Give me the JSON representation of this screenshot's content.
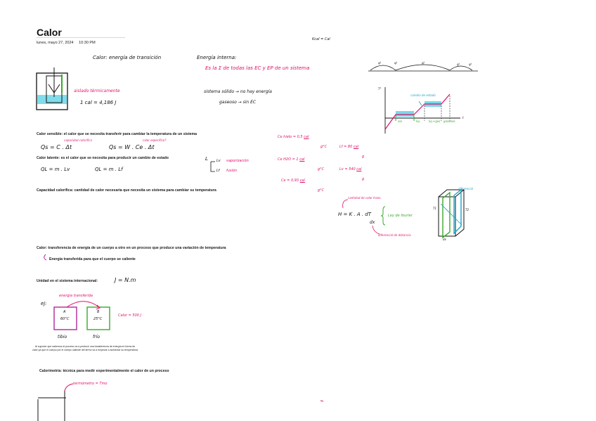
{
  "page": {
    "title": "Calor",
    "date": "lunes, mayo 27, 2024",
    "time": "10:30 PM"
  },
  "header_note": "Kcal = Cal",
  "calor_def": "Calor: energía de transición",
  "energia_interna": "Energía interna:",
  "energia_interna_detail": "Es la Σ de todas las EC y EP de un sistema",
  "aislado": "aislado térmicamente",
  "cal_eq": "1 cal = 4,186 J",
  "solido_note": "sistema sólido → no hay energía",
  "gaseoso_note": "gaseoso → sin EC",
  "graph": {
    "axis_y": "T°",
    "axis_x": "t",
    "cambio_estado": "cambio de estado",
    "segments_top": [
      "ql",
      "ql",
      "ql",
      "ql",
      "ql"
    ],
    "bottom_labels": [
      "sol.",
      "liq.",
      "liq.+gas",
      "gaseoso"
    ]
  },
  "calor_sensible": {
    "text": "Calor sensible: el calor que se necesita transferir para cambiar la temperatura de un sistema",
    "formula1": "Qs = C . Δt",
    "formula2": "Qs = W . Ce . Δt",
    "note1": "capacidad calorífica",
    "note2": "calor específico?"
  },
  "calor_latente": {
    "text": "Calor latente: es el calor que se necesita para producir un cambio de estado",
    "formula1": "QL = m . Lv",
    "formula2": "QL = m . Lf",
    "L": "L",
    "lv": "Lv",
    "lv_label": "vaporización",
    "lf": "Lf",
    "lf_label": "fusión"
  },
  "capacidad": {
    "text": "Capacidad calorífica: cantidad de calor necesaria que necesita un sistema para cambiar su temperatura"
  },
  "specific_heats": [
    {
      "label": "Ce hielo =",
      "value": "0,5",
      "unit": "cal",
      "den": "g°C"
    },
    {
      "label": "Ce H2O =",
      "value": "1",
      "unit": "cal",
      "den": "g°C"
    },
    {
      "label": "Ce =",
      "value": "0,93",
      "unit": "cal",
      "den": "g°C"
    }
  ],
  "latent_values": [
    {
      "label": "Lf =",
      "value": "80",
      "unit": "cal",
      "den": "g"
    },
    {
      "label": "Lv =",
      "value": "540",
      "unit": "cal",
      "den": "g"
    }
  ],
  "fourier": {
    "formula": "H = K . A . dT",
    "den": "dx",
    "label": "Ley de fourier",
    "note_top": "cantidad de calor trans.",
    "note_bottom": "diferencial de distancia",
    "cube_note": "diferencial",
    "cube_t1": "T1",
    "cube_t2": "T2",
    "cube_dx": "dx"
  },
  "calor_transfer": {
    "text": "Calor: transferencia de energía de un cuerpo a otro en un proceso que produce una variación de temperatura",
    "subtext": "Energía transferida para que el cuerpo se caliente"
  },
  "unidad": {
    "text": "Unidad en el sistema internacional:",
    "formula": "J = N.m"
  },
  "example": {
    "ej": "ej:",
    "arrow_label": "energía transferida",
    "box_a_label": "A",
    "box_a_temp": "60°C",
    "box_b_label": "B",
    "box_b_temp": "25°C",
    "calor": "Calor = 500 J",
    "tibio": "tibio",
    "frio": "frío",
    "note": "Al suponer que sabemos el proceso va a producir una transferencia de energía en forma de calor ya que el cuerpo por el cuerpo caliente del termo va a empezar a aumentar su temperatura"
  },
  "calorimetria": {
    "text": "Calorimetría: técnica para medir experimentalmente el calor de un proceso",
    "termometro": "termómetro = Tmo"
  },
  "colors": {
    "pink": "#e0106a",
    "green": "#3aa82d",
    "cyan": "#1aa3c9",
    "purple": "#b0279a"
  }
}
